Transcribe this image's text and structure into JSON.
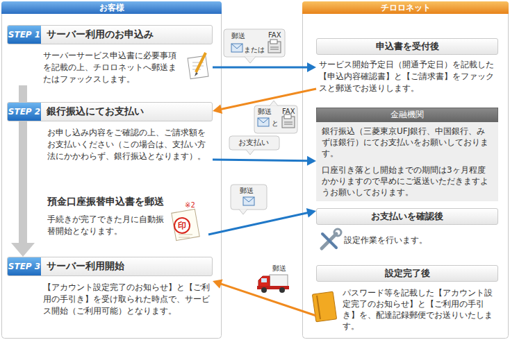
{
  "diagram": {
    "nodes": [
      {
        "text": [
          "お客様"
        ]
      },
      {
        "text": [
          "チロロネット"
        ]
      },
      {
        "text": [
          "STEP 1",
          "サーバー利用のお申込み",
          "サーバーサービス申込書に必要事項を記載の上、チロロネットへ郵送またはファックスします。"
        ],
        "in": 0
      },
      {
        "text": [
          "STEP 2",
          "銀行振込にてお支払い",
          "お申し込み内容をご確認の上、ご請求額をお支払いください（この場合は、支払い方法にかかわらず、銀行振込となります）。"
        ],
        "in": 0
      },
      {
        "text": [
          "預金口座振替申込書を郵送",
          "手続きが完了できた月に自動振替開始となります。"
        ],
        "in": 0
      },
      {
        "text": [
          "STEP 3",
          "サーバー利用開始",
          "【アカウント設定完了のお知らせ】と【ご利用の手引き】を受け取られた時点で、サービス開始（ご利用可能）となります。"
        ],
        "in": 0
      },
      {
        "text": [
          "申込書を受付後",
          "サービス開始予定日（開通予定日）を記載した【申込内容確認書】と【ご請求書】をファックスと郵送でお送りします。"
        ],
        "in": 1
      },
      {
        "text": [
          "金融機関",
          "銀行振込（三菱東京UFJ銀行、中国銀行、みずほ銀行）にてお支払いをお願いしております。",
          "口座引き落とし開始までの期間は3ヶ月程度かかりますので早めにご返送いただきますようお願いしております。"
        ],
        "in": 1
      },
      {
        "text": [
          "お支払いを確認後",
          "設定作業を行います。"
        ],
        "in": 1
      },
      {
        "text": [
          "設定完了後",
          "パスワード等を記載した【アカウント設定完了のお知らせ】と【ご利用の手引き】を、配達記録郵便でお送りいたします。"
        ],
        "in": 1
      }
    ],
    "edges": [
      {
        "from": 2,
        "to": 6,
        "arrow": "to"
      },
      {
        "from": 6,
        "to": 3,
        "arrow": "to"
      },
      {
        "from": 3,
        "to": 7,
        "arrow": "to"
      },
      {
        "from": 4,
        "to": 8,
        "arrow": "to"
      },
      {
        "from": 9,
        "to": 5,
        "arrow": "to"
      },
      {
        "from": 2,
        "to": 5,
        "arrow": "to"
      }
    ],
    "labels": [
      "郵送",
      "または",
      "FAX",
      "郵送",
      "と",
      "FAX",
      "お支払い",
      "郵送",
      "※2",
      "印",
      "郵送"
    ]
  }
}
